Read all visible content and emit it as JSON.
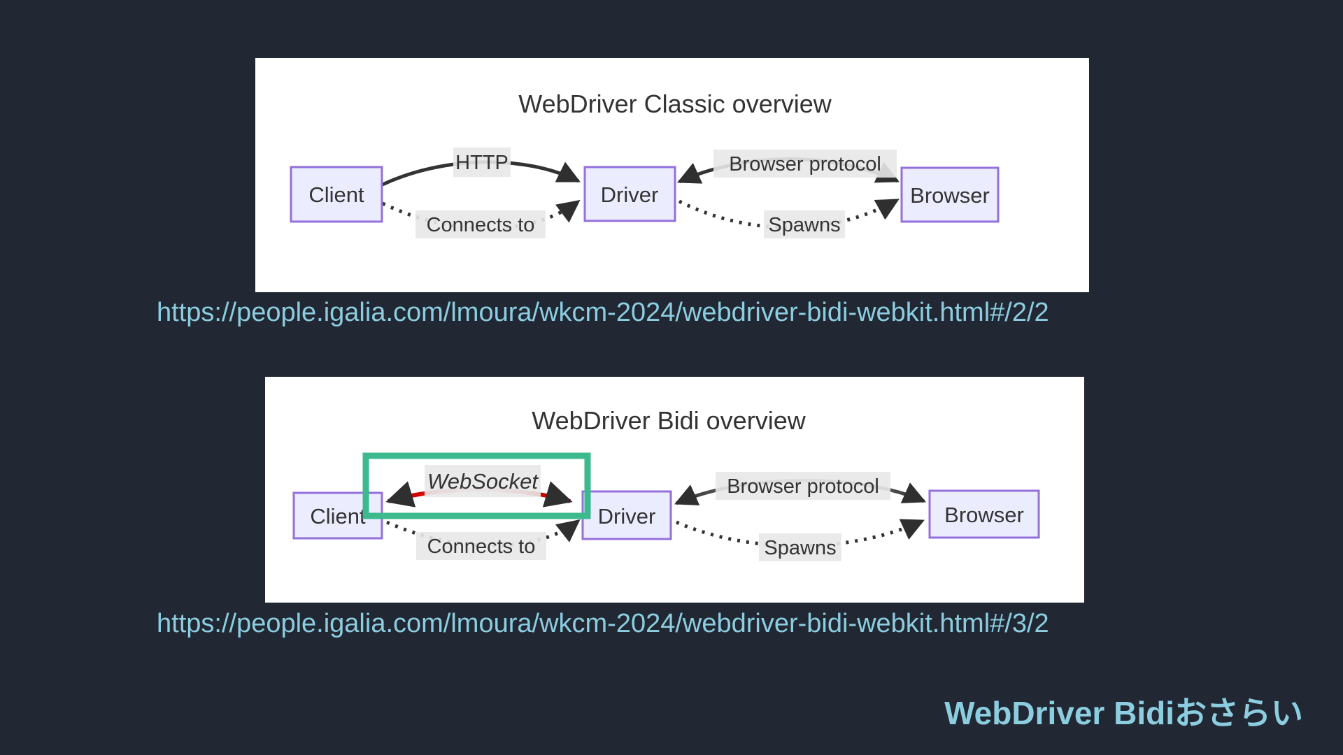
{
  "diagrams": {
    "classic": {
      "title": "WebDriver Classic overview",
      "nodes": {
        "client": "Client",
        "driver": "Driver",
        "browser": "Browser"
      },
      "edges": {
        "http": "HTTP",
        "connects_to": "Connects to",
        "browser_protocol": "Browser protocol",
        "spawns": "Spawns"
      }
    },
    "bidi": {
      "title": "WebDriver Bidi overview",
      "nodes": {
        "client": "Client",
        "driver": "Driver",
        "browser": "Browser"
      },
      "edges": {
        "websocket": "WebSocket",
        "connects_to": "Connects to",
        "browser_protocol": "Browser protocol",
        "spawns": "Spawns"
      }
    }
  },
  "links": {
    "classic_url": "https://people.igalia.com/lmoura/wkcm-2024/webdriver-bidi-webkit.html#/2/2",
    "bidi_url": "https://people.igalia.com/lmoura/wkcm-2024/webdriver-bidi-webkit.html#/3/2"
  },
  "heading": {
    "text": "WebDriver Bidiおさらい"
  },
  "colors": {
    "background": "#212833",
    "panel": "#ffffff",
    "node_fill": "#ececff",
    "node_border": "#9370db",
    "edge": "#333333",
    "edge_label_bg": "#e8e8e8",
    "highlight_green": "#3cba8e",
    "websocket_red": "#d40000",
    "link_text": "#8ccde0",
    "heading_text": "#8ccde0"
  }
}
